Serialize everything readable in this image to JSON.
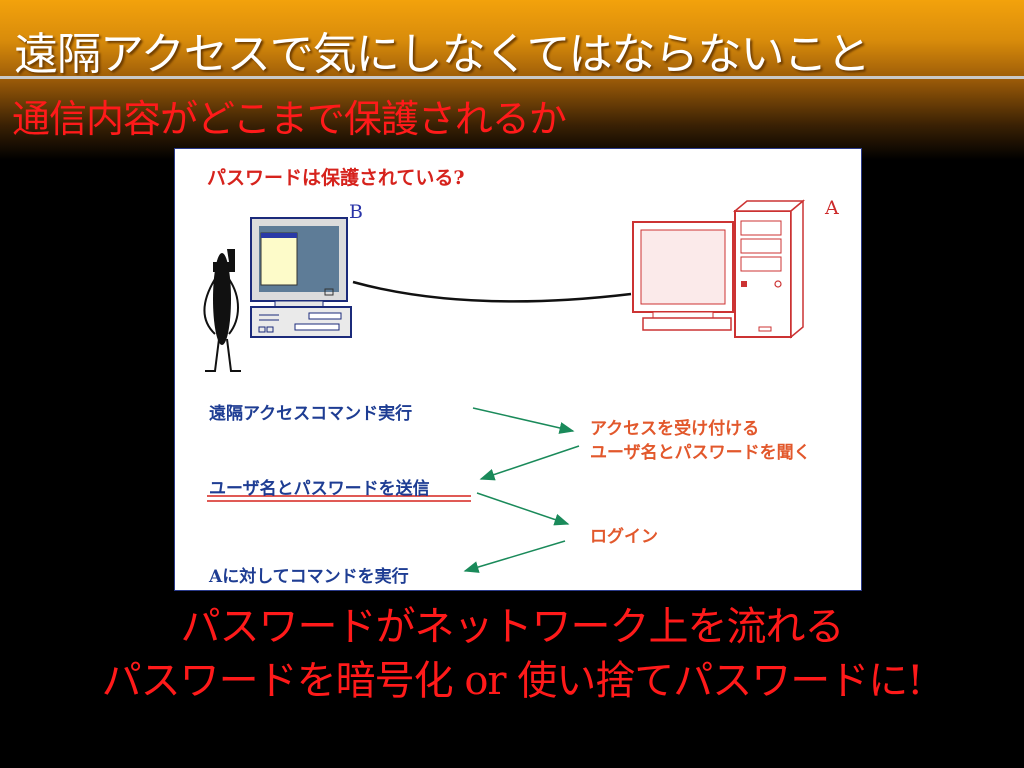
{
  "slide": {
    "title": "遠隔アクセスで気にしなくてはならないこと",
    "subtitle": "通信内容がどこまで保護されるか"
  },
  "diagram": {
    "question": "パスワードは保護されている?",
    "computer_b_label": "B",
    "computer_a_label": "A",
    "client_steps": [
      "遠隔アクセスコマンド実行",
      "ユーザ名とパスワードを送信",
      "Aに対してコマンドを実行"
    ],
    "server_steps": [
      "アクセスを受け付ける",
      "ユーザ名とパスワードを聞く",
      "ログイン"
    ],
    "colors": {
      "client_text": "#1e3d93",
      "server_text": "#e2582c",
      "arrows": "#1a8a5a",
      "highlight_underline": "#d6231d"
    }
  },
  "footer": {
    "line1": "パスワードがネットワーク上を流れる",
    "line2": "パスワードを暗号化 or 使い捨てパスワードに!"
  },
  "icons": [
    "person-silhouette-icon",
    "desktop-computer-icon",
    "tower-server-icon"
  ]
}
